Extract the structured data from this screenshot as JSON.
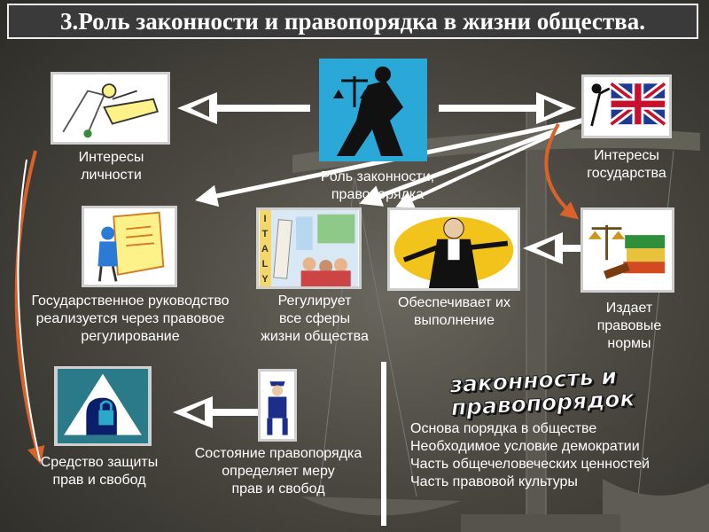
{
  "title": "3.Роль законности и правопорядка в жизни общества.",
  "labels": {
    "role_line1": "Роль законности,",
    "role_line2": "правопорядка",
    "personal_line1": "Интересы",
    "personal_line2": "личности",
    "state_line1": "Интересы",
    "state_line2": "государства",
    "gov_line1": "Государственное руководство",
    "gov_line2": "реализуется через правовое",
    "gov_line3": "регулирование",
    "reg_line1": "Регулирует",
    "reg_line2": "все сферы",
    "reg_line3": "жизни общества",
    "ensure_line1": "Обеспечивает их",
    "ensure_line2": "выполнение",
    "issue_line1": "Издает",
    "issue_line2": "правовые",
    "issue_line3": "нормы",
    "protect_line1": "Средство защиты",
    "protect_line2": "прав и свобод",
    "order_line1": "Состояние правопорядка",
    "order_line2": "определяет меру",
    "order_line3": "прав и свобод"
  },
  "stamp": {
    "line1": "законность и",
    "line2": "правопорядок"
  },
  "list": [
    "Основа порядка в обществе",
    "Необходимое условие демократии",
    "Часть общечеловеческих ценностей",
    "Часть правовой культуры"
  ],
  "italy_letters": [
    "I",
    "T",
    "A",
    "L",
    "Y"
  ],
  "colors": {
    "arrow": "#ffffff",
    "curve": "#d9622b",
    "panel_border": "#cfcfcf",
    "justice_bg": "#2aa9d9"
  }
}
